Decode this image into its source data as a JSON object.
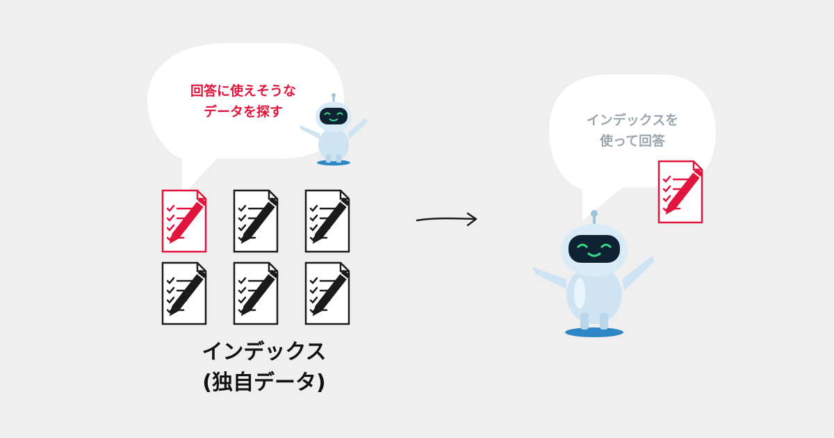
{
  "left_bubble": {
    "text": "回答に使えそうな\nデータを探す"
  },
  "right_bubble": {
    "text": "インデックスを\n使って回答"
  },
  "index_label": "インデックス\n(独自データ)",
  "colors": {
    "background": "#efefef",
    "highlight": "#e0143c",
    "muted_text": "#9aa6ad",
    "bubble": "#ffffff",
    "document_stroke": "#1a1a1a",
    "robot_body": "#cfe4f2",
    "robot_face": "#0f2233",
    "robot_eyes": "#39d98a",
    "robot_shadow": "#2f86c4"
  },
  "icons": {
    "document": "checklist-document-with-pen-icon",
    "robot": "friendly-robot-icon",
    "arrow": "right-arrow-icon"
  }
}
